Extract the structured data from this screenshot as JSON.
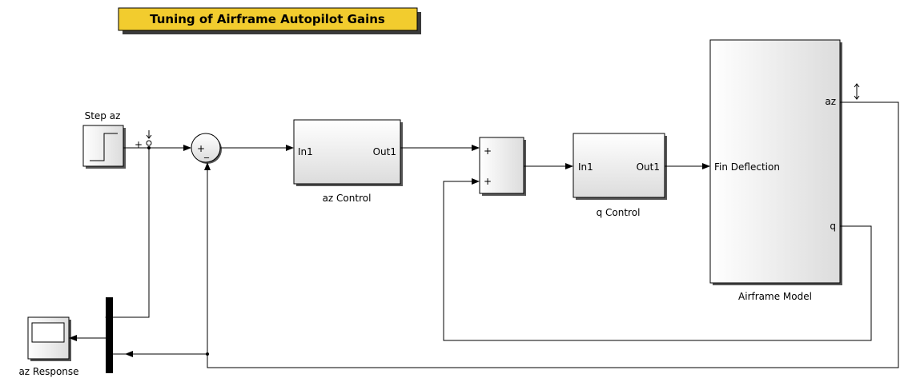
{
  "title": "Tuning of Airframe Autopilot Gains",
  "blocks": {
    "step": {
      "label": "Step az"
    },
    "sum1": {
      "plus": "+",
      "minus": "_"
    },
    "az_control": {
      "label": "az Control",
      "in": "In1",
      "out": "Out1"
    },
    "sum2": {
      "in1": "+",
      "in2": "+"
    },
    "q_control": {
      "label": "q Control",
      "in": "In1",
      "out": "Out1"
    },
    "airframe": {
      "label": "Airframe Model",
      "in": "Fin Deflection",
      "out1": "az",
      "out2": "q"
    },
    "scope": {
      "label": "az Response"
    }
  },
  "signal_marker": {
    "plus": "+"
  },
  "colors": {
    "title_bg": "#f2cc2e",
    "block_fill_top": "#ffffff",
    "block_fill_bottom": "#dcdcdc"
  }
}
